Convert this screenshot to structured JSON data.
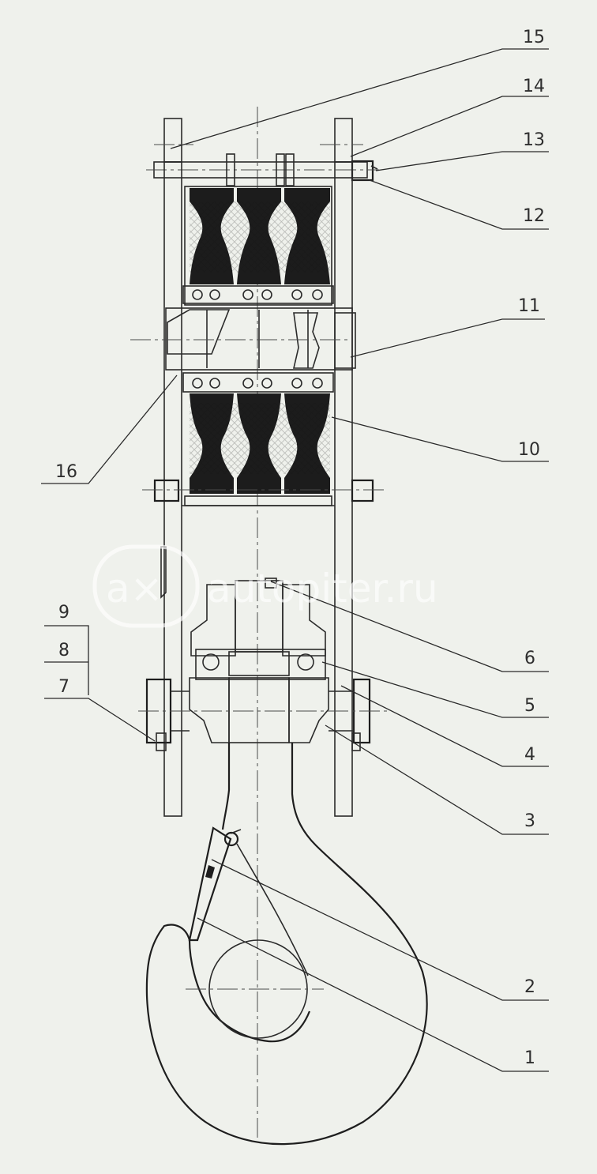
{
  "callouts": [
    {
      "label": "15"
    },
    {
      "label": "14"
    },
    {
      "label": "13"
    },
    {
      "label": "12"
    },
    {
      "label": "11"
    },
    {
      "label": "10"
    },
    {
      "label": "16"
    },
    {
      "label": "9"
    },
    {
      "label": "8"
    },
    {
      "label": "7"
    },
    {
      "label": "6"
    },
    {
      "label": "5"
    },
    {
      "label": "4"
    },
    {
      "label": "3"
    },
    {
      "label": "2"
    },
    {
      "label": "1"
    }
  ],
  "watermark": {
    "text": "autopiter.ru",
    "logo_glyph": "a×"
  },
  "colors": {
    "background": "#eff1ec",
    "line": "#2a2a2a",
    "sheave_fill": "#1c1c1c",
    "watermark": "#ffffff"
  }
}
